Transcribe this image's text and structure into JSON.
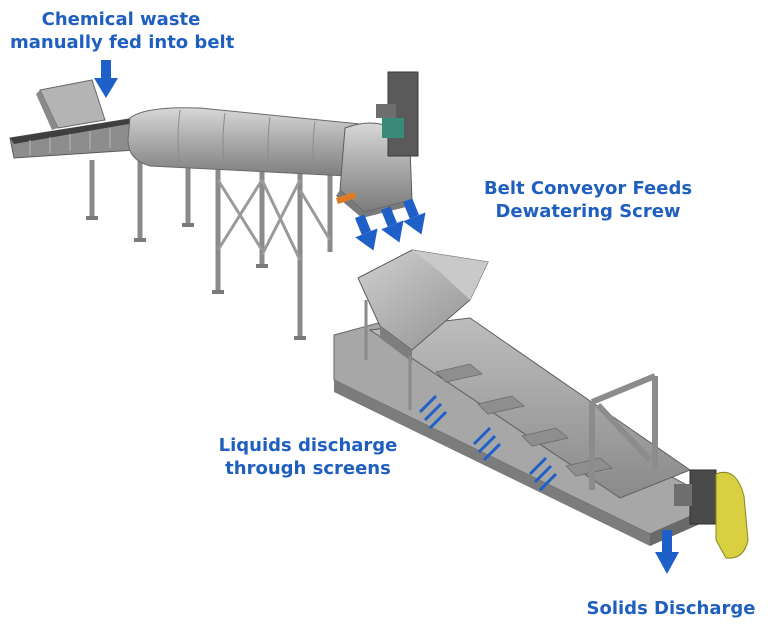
{
  "labels": {
    "waste": {
      "line1": "Chemical waste",
      "line2": "manually fed into belt"
    },
    "belt": {
      "line1": "Belt Conveyor Feeds",
      "line2": "Dewatering Screw"
    },
    "liquids": {
      "line1": "Liquids discharge",
      "line2": "through screens"
    },
    "solids": "Solids Discharge"
  },
  "colors": {
    "label_blue": "#1f5fbf",
    "arrow_blue": "#1f5fc8",
    "steel_light": "#c4c4c4",
    "steel_mid": "#9e9e9e",
    "steel_dark": "#6e6e6e",
    "motor_yellow": "#d8d040",
    "motor_dark": "#4a4a4a",
    "gearbox_teal": "#3a8a7a",
    "orange_part": "#e07a20"
  },
  "icons": [
    "down-arrow-icon",
    "screen-discharge-arrow-icon"
  ]
}
